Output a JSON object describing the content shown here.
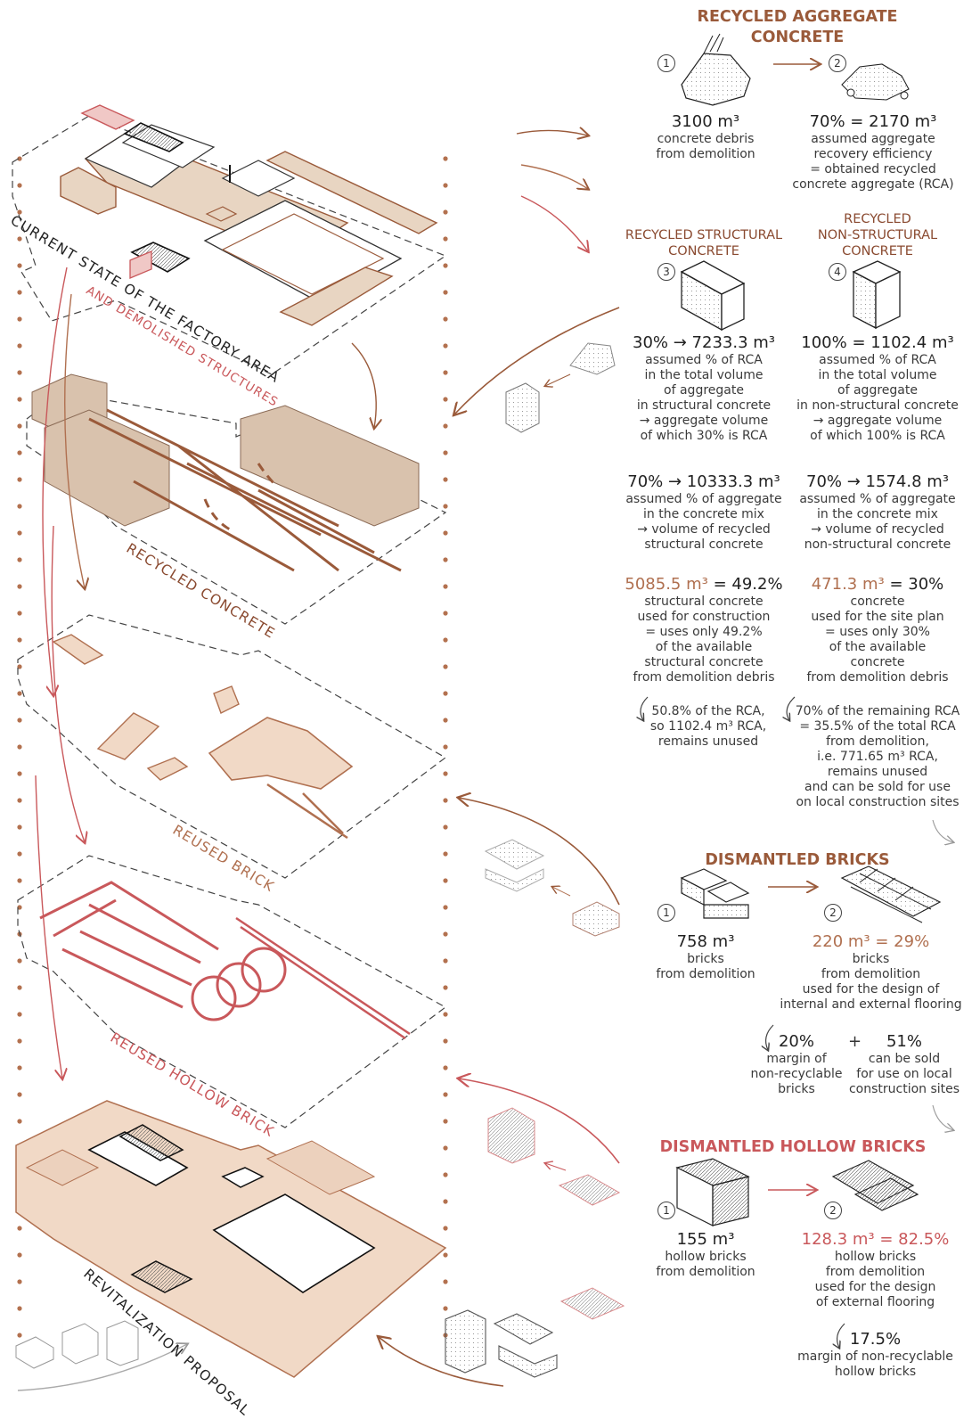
{
  "layers": {
    "current_state": "CURRENT STATE OF THE FACTORY AREA",
    "demolished": "AND DEMOLISHED STRUCTURES",
    "recycled_concrete": "RECYCLED CONCRETE",
    "reused_brick": "REUSED BRICK",
    "reused_hollow_brick": "REUSED HOLLOW BRICK",
    "revitalization": "REVITALIZATION PROPOSAL"
  },
  "rac": {
    "title_l1": "RECYCLED AGGREGATE",
    "title_l2": "CONCRETE",
    "step1_num": "1",
    "step2_num": "2",
    "debris_value": "3100 m³",
    "debris_l1": "concrete debris",
    "debris_l2": "from demolition",
    "eff_value": "70% = 2170 m³",
    "eff_l1": "assumed aggregate",
    "eff_l2": "recovery efficiency",
    "eff_l3": "= obtained recycled",
    "eff_l4": "concrete aggregate (RCA)"
  },
  "structural": {
    "title_l1": "RECYCLED STRUCTURAL",
    "title_l2": "CONCRETE",
    "num": "3",
    "v1": "30% → 7233.3 m³",
    "d1_l1": "assumed % of RCA",
    "d1_l2": "in the total volume",
    "d1_l3": "of aggregate",
    "d1_l4": "in structural concrete",
    "d1_l5": "→ aggregate volume",
    "d1_l6": "of which 30% is RCA",
    "v2": "70% → 10333.3 m³",
    "d2_l1": "assumed % of aggregate",
    "d2_l2": "in the concrete mix",
    "d2_l3": "→ volume of recycled",
    "d2_l4": "structural concrete",
    "v3a": "5085.5 m³",
    "v3b": " = 49.2%",
    "d3_l1": "structural concrete",
    "d3_l2": "used for construction",
    "d3_l3": "= uses only 49.2%",
    "d3_l4": "of the available",
    "d3_l5": "structural concrete",
    "d3_l6": "from demolition debris",
    "d4_l1": "50.8% of the RCA,",
    "d4_l2": "so 1102.4 m³ RCA,",
    "d4_l3": "remains unused"
  },
  "nonstructural": {
    "title_l1": "RECYCLED",
    "title_l2": "NON-STRUCTURAL",
    "title_l3": "CONCRETE",
    "num": "4",
    "v1": "100% = 1102.4 m³",
    "d1_l1": "assumed % of RCA",
    "d1_l2": "in the total volume",
    "d1_l3": "of aggregate",
    "d1_l4": "in non-structural concrete",
    "d1_l5": "→ aggregate volume",
    "d1_l6": "of which 100% is RCA",
    "v2": "70% → 1574.8 m³",
    "d2_l1": "assumed % of aggregate",
    "d2_l2": "in the concrete mix",
    "d2_l3": "→ volume of recycled",
    "d2_l4": "non-structural concrete",
    "v3a": "471.3 m³",
    "v3b": " = 30%",
    "d3_l1": "concrete",
    "d3_l2": "used for the site plan",
    "d3_l3": "= uses only 30%",
    "d3_l4": "of the available",
    "d3_l5": "concrete",
    "d3_l6": "from demolition debris",
    "d4_l1": "70% of the remaining RCA",
    "d4_l2": "= 35.5% of the total RCA",
    "d4_l3": "from demolition,",
    "d4_l4": "i.e. 771.65 m³ RCA,",
    "d4_l5": "remains unused",
    "d4_l6": "and can be sold for use",
    "d4_l7": "on local construction sites"
  },
  "bricks": {
    "title": "DISMANTLED BRICKS",
    "num1": "1",
    "num2": "2",
    "v1": "758 m³",
    "d1_l1": "bricks",
    "d1_l2": "from demolition",
    "v2a": "220 m³",
    "v2b": " = 29%",
    "d2_l1": "bricks",
    "d2_l2": "from demolition",
    "d2_l3": "used for the design of",
    "d2_l4": "internal and external flooring",
    "m1": "20%",
    "m1_l1": "margin of",
    "m1_l2": "non-recyclable",
    "m1_l3": "bricks",
    "plus": "+",
    "m2": "51%",
    "m2_l1": "can be sold",
    "m2_l2": "for use on local",
    "m2_l3": "construction sites"
  },
  "hollow": {
    "title": "DISMANTLED HOLLOW BRICKS",
    "num1": "1",
    "num2": "2",
    "v1": "155 m³",
    "d1_l1": "hollow bricks",
    "d1_l2": "from demolition",
    "v2a": "128.3 m³",
    "v2b": " = 82.5%",
    "d2_l1": "hollow bricks",
    "d2_l2": "from demolition",
    "d2_l3": "used for the design",
    "d2_l4": "of external flooring",
    "m1": "17.5%",
    "m1_l1": "margin of non-recyclable",
    "m1_l2": "hollow bricks"
  },
  "colors": {
    "brown": "#9a5a3a",
    "red": "#c9585b",
    "tan": "#e8d5c2",
    "dot": "#b3714f"
  }
}
